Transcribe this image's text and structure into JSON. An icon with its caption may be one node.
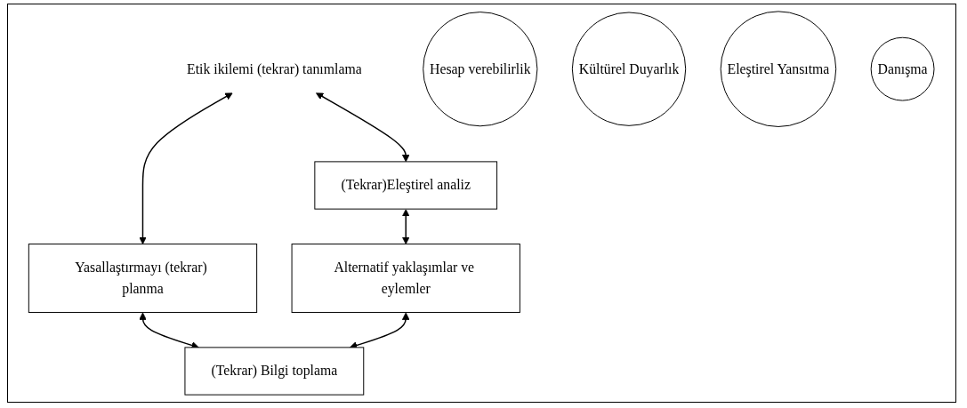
{
  "diagram": {
    "nodes": [
      {
        "text": [
          "Etik ikilemi (tekrar) tanımlama"
        ]
      },
      {
        "text": [
          "(Tekrar)Eleştirel analiz"
        ]
      },
      {
        "text": [
          "Yasallaştırmayı (tekrar) planma"
        ]
      },
      {
        "text": [
          "Hesap verebilirlik"
        ]
      },
      {
        "text": [
          "Kültürel Duyarlık"
        ]
      },
      {
        "text": [
          "Eleştirel Yansıtma"
        ]
      },
      {
        "text": [
          "Danışma"
        ]
      },
      {
        "text": [
          "Alternatif yaklaşımlar ve eylemler"
        ]
      },
      {
        "text": [
          "(Tekrar) Bilgi toplama"
        ]
      }
    ],
    "edges": [
      {
        "from": 0,
        "to": 1,
        "arrow": "both"
      },
      {
        "from": 0,
        "to": 2,
        "arrow": "both"
      },
      {
        "from": 1,
        "to": 7,
        "arrow": "both"
      },
      {
        "from": 2,
        "to": 8,
        "arrow": "both"
      },
      {
        "from": 7,
        "to": 8,
        "arrow": "both"
      }
    ]
  }
}
